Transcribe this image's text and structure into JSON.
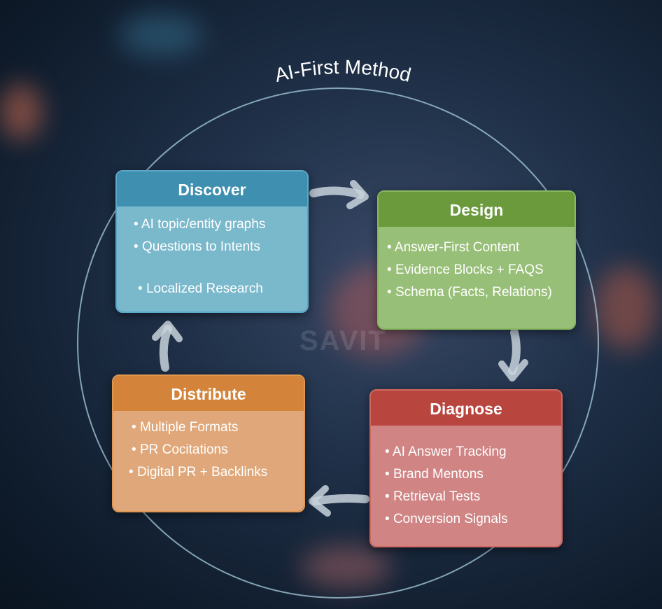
{
  "title": "AI-First Method",
  "watermark": "SAVIT",
  "stages": [
    {
      "name": "Discover",
      "color": "#3f8fb0",
      "body": "#7ab8cc",
      "items": [
        "AI topic/entity graphs",
        "Questions to Intents",
        "Localized Research"
      ]
    },
    {
      "name": "Design",
      "color": "#6a9a3c",
      "body": "#98bf78",
      "items": [
        "Answer-First Content",
        "Evidence Blocks + FAQS",
        "Schema (Facts, Relations)"
      ]
    },
    {
      "name": "Diagnose",
      "color": "#b8463f",
      "body": "#d08484",
      "items": [
        "AI Answer Tracking",
        "Brand Mentons",
        "Retrieval Tests",
        "Conversion Signals"
      ]
    },
    {
      "name": "Distribute",
      "color": "#d4843a",
      "body": "#e0a87a",
      "items": [
        "Multiple Formats",
        "PR Cocitations",
        "Digital PR + Backlinks"
      ]
    }
  ]
}
